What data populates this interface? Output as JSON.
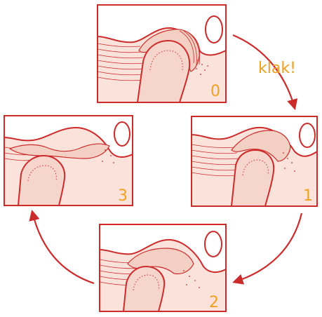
{
  "sound_label": "klak!",
  "stages": [
    {
      "id": "0",
      "label": "0"
    },
    {
      "id": "1",
      "label": "1"
    },
    {
      "id": "2",
      "label": "2"
    },
    {
      "id": "3",
      "label": "3"
    }
  ],
  "colors": {
    "outline": "#cc2b2b",
    "fill": "#fbe3db",
    "label": "#f0a020"
  }
}
